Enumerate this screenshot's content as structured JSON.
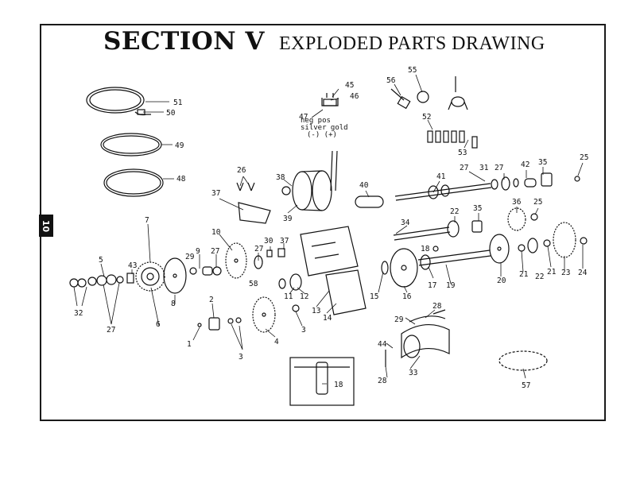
{
  "page": {
    "page_number": "10",
    "title_section": "SECTION V",
    "title_subtitle": "EXPLODED PARTS DRAWING"
  },
  "polarity_note": {
    "line1": "neg  pos",
    "line2": "silver gold",
    "line3": "(-)    (+)"
  },
  "part_callouts": [
    "51",
    "50",
    "49",
    "48",
    "56",
    "55",
    "52",
    "53",
    "45",
    "46",
    "47",
    "26",
    "38",
    "39",
    "37",
    "40",
    "41",
    "27",
    "31",
    "27",
    "42",
    "35",
    "25",
    "7",
    "5",
    "43",
    "32",
    "27",
    "6",
    "8",
    "29",
    "9",
    "27",
    "10",
    "30",
    "37",
    "58",
    "27",
    "34",
    "22",
    "35",
    "36",
    "25",
    "18",
    "17",
    "19",
    "20",
    "21",
    "22",
    "21",
    "23",
    "24",
    "16",
    "15",
    "11",
    "12",
    "13",
    "14",
    "2",
    "1",
    "3",
    "4",
    "3",
    "28",
    "29",
    "44",
    "33",
    "28",
    "18",
    "57"
  ]
}
